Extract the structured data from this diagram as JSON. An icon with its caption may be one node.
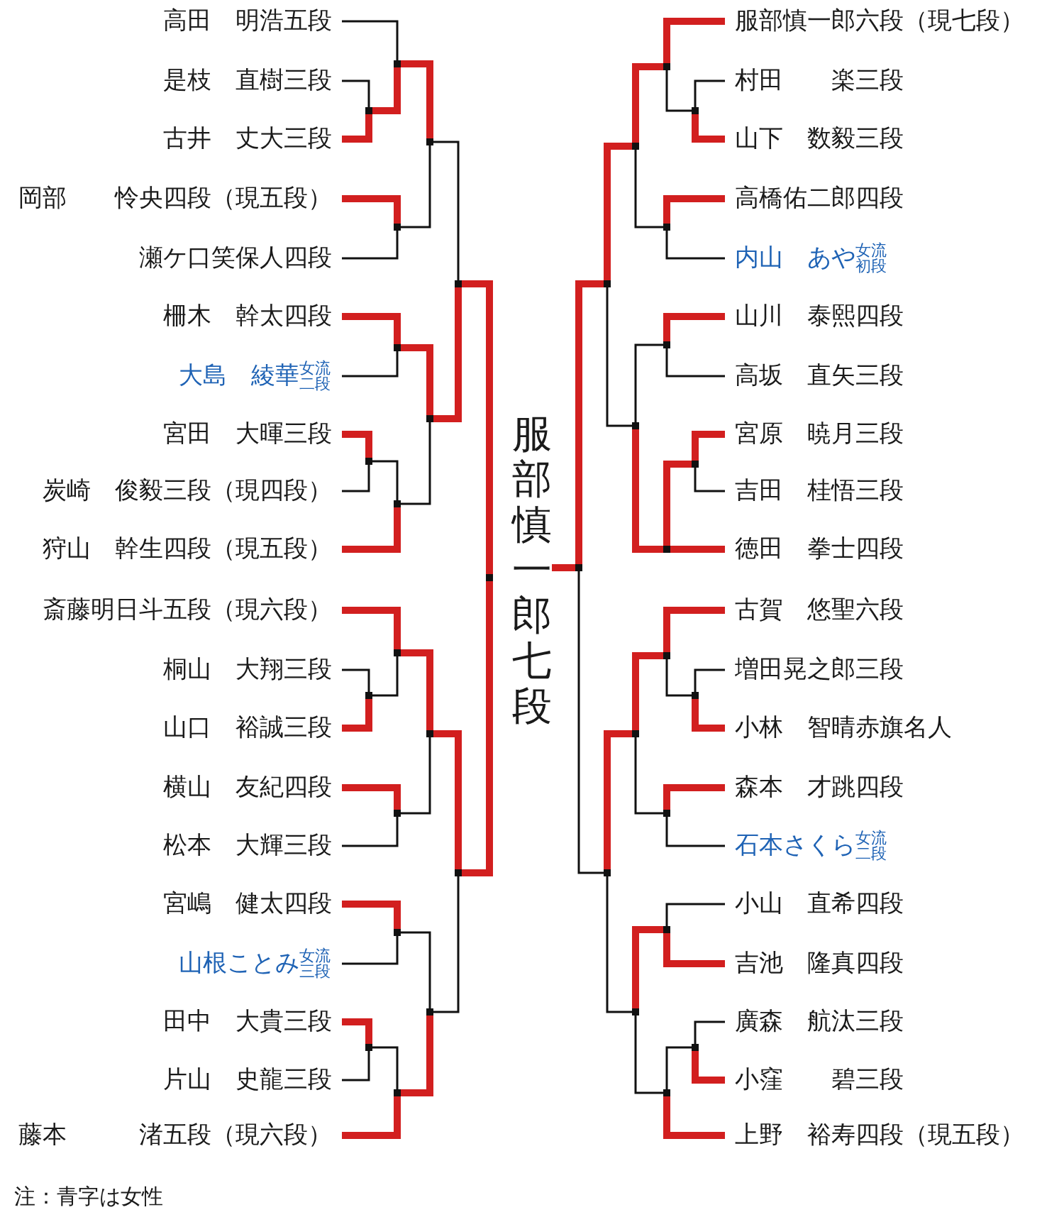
{
  "diagram": {
    "nodes": [
      {
        "text": [
          "高田　明浩五段"
        ]
      },
      {
        "text": [
          "是枝　直樹三段"
        ]
      },
      {
        "text": [
          "古井　丈大三段"
        ]
      },
      {
        "text": [
          "岡部　　怜央四段（現五段）"
        ]
      },
      {
        "text": [
          "瀬ケ口笑保人四段"
        ]
      },
      {
        "text": [
          "柵木　幹太四段"
        ]
      },
      {
        "text": [
          "大島　綾華",
          "女流二段"
        ]
      },
      {
        "text": [
          "宮田　大暉三段"
        ]
      },
      {
        "text": [
          "炭崎　俊毅三段（現四段）"
        ]
      },
      {
        "text": [
          "狩山　幹生四段（現五段）"
        ]
      },
      {
        "text": [
          "斎藤明日斗五段（現六段）"
        ]
      },
      {
        "text": [
          "桐山　大翔三段"
        ]
      },
      {
        "text": [
          "山口　裕誠三段"
        ]
      },
      {
        "text": [
          "横山　友紀四段"
        ]
      },
      {
        "text": [
          "松本　大輝三段"
        ]
      },
      {
        "text": [
          "宮嶋　健太四段"
        ]
      },
      {
        "text": [
          "山根ことみ",
          "女流三段"
        ]
      },
      {
        "text": [
          "田中　大貴三段"
        ]
      },
      {
        "text": [
          "片山　史龍三段"
        ]
      },
      {
        "text": [
          "藤本　　　渚五段（現六段）"
        ]
      },
      {
        "text": [
          "服部慎一郎七段"
        ]
      },
      {
        "text": [
          "服部慎一郎六段（現七段）"
        ]
      },
      {
        "text": [
          "村田　　楽三段"
        ]
      },
      {
        "text": [
          "山下　数毅三段"
        ]
      },
      {
        "text": [
          "高橋佑二郎四段"
        ]
      },
      {
        "text": [
          "内山　あや",
          "女流初段"
        ]
      },
      {
        "text": [
          "山川　泰熙四段"
        ]
      },
      {
        "text": [
          "高坂　直矢三段"
        ]
      },
      {
        "text": [
          "宮原　暁月三段"
        ]
      },
      {
        "text": [
          "吉田　桂悟三段"
        ]
      },
      {
        "text": [
          "徳田　拳士四段"
        ]
      },
      {
        "text": [
          "古賀　悠聖六段"
        ]
      },
      {
        "text": [
          "増田晃之郎三段"
        ]
      },
      {
        "text": [
          "小林　智晴赤旗名人"
        ]
      },
      {
        "text": [
          "森本　才跳四段"
        ]
      },
      {
        "text": [
          "石本さくら",
          "女流二段"
        ]
      },
      {
        "text": [
          "小山　直希四段"
        ]
      },
      {
        "text": [
          "吉池　隆真四段"
        ]
      },
      {
        "text": [
          "廣森　航汰三段"
        ]
      },
      {
        "text": [
          "小窪　　碧三段"
        ]
      },
      {
        "text": [
          "上野　裕寿四段（現五段）"
        ]
      },
      {
        "text": [],
        "shape": "point"
      },
      {
        "text": [],
        "shape": "point"
      },
      {
        "text": [],
        "shape": "point"
      },
      {
        "text": [],
        "shape": "point"
      },
      {
        "text": [],
        "shape": "point"
      },
      {
        "text": [],
        "shape": "point"
      },
      {
        "text": [],
        "shape": "point"
      },
      {
        "text": [],
        "shape": "point"
      },
      {
        "text": [],
        "shape": "point"
      },
      {
        "text": [],
        "shape": "point"
      },
      {
        "text": [],
        "shape": "point"
      },
      {
        "text": [],
        "shape": "point"
      },
      {
        "text": [],
        "shape": "point"
      },
      {
        "text": [],
        "shape": "point"
      },
      {
        "text": [],
        "shape": "point"
      },
      {
        "text": [],
        "shape": "point"
      },
      {
        "text": [],
        "shape": "point"
      },
      {
        "text": [],
        "shape": "point"
      },
      {
        "text": [],
        "shape": "point"
      },
      {
        "text": [],
        "shape": "point"
      },
      {
        "text": [],
        "shape": "point"
      },
      {
        "text": [],
        "shape": "point"
      },
      {
        "text": [],
        "shape": "point"
      },
      {
        "text": [],
        "shape": "point"
      },
      {
        "text": [],
        "shape": "point"
      },
      {
        "text": [],
        "shape": "point"
      },
      {
        "text": [],
        "shape": "point"
      },
      {
        "text": [],
        "shape": "point"
      },
      {
        "text": [],
        "shape": "point"
      },
      {
        "text": [],
        "shape": "point"
      },
      {
        "text": [],
        "shape": "point"
      },
      {
        "text": [],
        "shape": "point"
      },
      {
        "text": [],
        "shape": "point"
      },
      {
        "text": [],
        "shape": "point"
      },
      {
        "text": [],
        "shape": "point"
      },
      {
        "text": [],
        "shape": "point"
      },
      {
        "text": [],
        "shape": "point"
      },
      {
        "text": [],
        "shape": "point"
      }
    ],
    "edges": [
      {
        "from": 1,
        "to": 41,
        "arrow": "none",
        "color": "#111111"
      },
      {
        "from": 2,
        "to": 41,
        "arrow": "none",
        "color": "#d21f1f"
      },
      {
        "from": 0,
        "to": 42,
        "arrow": "none",
        "color": "#111111"
      },
      {
        "from": 41,
        "to": 42,
        "arrow": "none",
        "color": "#d21f1f"
      },
      {
        "from": 3,
        "to": 43,
        "arrow": "none",
        "color": "#d21f1f"
      },
      {
        "from": 4,
        "to": 43,
        "arrow": "none",
        "color": "#111111"
      },
      {
        "from": 42,
        "to": 44,
        "arrow": "none",
        "color": "#d21f1f"
      },
      {
        "from": 43,
        "to": 44,
        "arrow": "none",
        "color": "#111111"
      },
      {
        "from": 5,
        "to": 45,
        "arrow": "none",
        "color": "#d21f1f"
      },
      {
        "from": 6,
        "to": 45,
        "arrow": "none",
        "color": "#111111"
      },
      {
        "from": 7,
        "to": 46,
        "arrow": "none",
        "color": "#d21f1f"
      },
      {
        "from": 8,
        "to": 46,
        "arrow": "none",
        "color": "#111111"
      },
      {
        "from": 46,
        "to": 47,
        "arrow": "none",
        "color": "#111111"
      },
      {
        "from": 9,
        "to": 47,
        "arrow": "none",
        "color": "#d21f1f"
      },
      {
        "from": 45,
        "to": 48,
        "arrow": "none",
        "color": "#d21f1f"
      },
      {
        "from": 47,
        "to": 48,
        "arrow": "none",
        "color": "#111111"
      },
      {
        "from": 44,
        "to": 49,
        "arrow": "none",
        "color": "#111111"
      },
      {
        "from": 48,
        "to": 49,
        "arrow": "none",
        "color": "#d21f1f"
      },
      {
        "from": 11,
        "to": 50,
        "arrow": "none",
        "color": "#111111"
      },
      {
        "from": 12,
        "to": 50,
        "arrow": "none",
        "color": "#d21f1f"
      },
      {
        "from": 10,
        "to": 51,
        "arrow": "none",
        "color": "#d21f1f"
      },
      {
        "from": 50,
        "to": 51,
        "arrow": "none",
        "color": "#111111"
      },
      {
        "from": 13,
        "to": 52,
        "arrow": "none",
        "color": "#d21f1f"
      },
      {
        "from": 14,
        "to": 52,
        "arrow": "none",
        "color": "#111111"
      },
      {
        "from": 51,
        "to": 53,
        "arrow": "none",
        "color": "#d21f1f"
      },
      {
        "from": 52,
        "to": 53,
        "arrow": "none",
        "color": "#111111"
      },
      {
        "from": 15,
        "to": 54,
        "arrow": "none",
        "color": "#d21f1f"
      },
      {
        "from": 16,
        "to": 54,
        "arrow": "none",
        "color": "#111111"
      },
      {
        "from": 17,
        "to": 55,
        "arrow": "none",
        "color": "#d21f1f"
      },
      {
        "from": 18,
        "to": 55,
        "arrow": "none",
        "color": "#111111"
      },
      {
        "from": 55,
        "to": 56,
        "arrow": "none",
        "color": "#111111"
      },
      {
        "from": 19,
        "to": 56,
        "arrow": "none",
        "color": "#d21f1f"
      },
      {
        "from": 54,
        "to": 57,
        "arrow": "none",
        "color": "#111111"
      },
      {
        "from": 56,
        "to": 57,
        "arrow": "none",
        "color": "#d21f1f"
      },
      {
        "from": 53,
        "to": 58,
        "arrow": "none",
        "color": "#d21f1f"
      },
      {
        "from": 57,
        "to": 58,
        "arrow": "none",
        "color": "#111111"
      },
      {
        "from": 49,
        "to": 59,
        "arrow": "none",
        "color": "#d21f1f"
      },
      {
        "from": 58,
        "to": 59,
        "arrow": "none",
        "color": "#d21f1f"
      },
      {
        "from": 22,
        "to": 60,
        "arrow": "none",
        "color": "#111111"
      },
      {
        "from": 23,
        "to": 60,
        "arrow": "none",
        "color": "#d21f1f"
      },
      {
        "from": 21,
        "to": 61,
        "arrow": "none",
        "color": "#d21f1f"
      },
      {
        "from": 60,
        "to": 61,
        "arrow": "none",
        "color": "#111111"
      },
      {
        "from": 24,
        "to": 62,
        "arrow": "none",
        "color": "#d21f1f"
      },
      {
        "from": 25,
        "to": 62,
        "arrow": "none",
        "color": "#111111"
      },
      {
        "from": 61,
        "to": 63,
        "arrow": "none",
        "color": "#d21f1f"
      },
      {
        "from": 62,
        "to": 63,
        "arrow": "none",
        "color": "#111111"
      },
      {
        "from": 26,
        "to": 64,
        "arrow": "none",
        "color": "#d21f1f"
      },
      {
        "from": 27,
        "to": 64,
        "arrow": "none",
        "color": "#111111"
      },
      {
        "from": 28,
        "to": 65,
        "arrow": "none",
        "color": "#d21f1f"
      },
      {
        "from": 29,
        "to": 65,
        "arrow": "none",
        "color": "#111111"
      },
      {
        "from": 65,
        "to": 66,
        "arrow": "none",
        "color": "#d21f1f"
      },
      {
        "from": 30,
        "to": 66,
        "arrow": "none",
        "color": "#d21f1f"
      },
      {
        "from": 64,
        "to": 67,
        "arrow": "none",
        "color": "#111111"
      },
      {
        "from": 66,
        "to": 67,
        "arrow": "none",
        "color": "#d21f1f"
      },
      {
        "from": 63,
        "to": 68,
        "arrow": "none",
        "color": "#d21f1f"
      },
      {
        "from": 67,
        "to": 68,
        "arrow": "none",
        "color": "#111111"
      },
      {
        "from": 32,
        "to": 69,
        "arrow": "none",
        "color": "#111111"
      },
      {
        "from": 33,
        "to": 69,
        "arrow": "none",
        "color": "#d21f1f"
      },
      {
        "from": 31,
        "to": 70,
        "arrow": "none",
        "color": "#d21f1f"
      },
      {
        "from": 69,
        "to": 70,
        "arrow": "none",
        "color": "#111111"
      },
      {
        "from": 34,
        "to": 71,
        "arrow": "none",
        "color": "#d21f1f"
      },
      {
        "from": 35,
        "to": 71,
        "arrow": "none",
        "color": "#111111"
      },
      {
        "from": 70,
        "to": 72,
        "arrow": "none",
        "color": "#d21f1f"
      },
      {
        "from": 71,
        "to": 72,
        "arrow": "none",
        "color": "#111111"
      },
      {
        "from": 36,
        "to": 73,
        "arrow": "none",
        "color": "#111111"
      },
      {
        "from": 37,
        "to": 73,
        "arrow": "none",
        "color": "#d21f1f"
      },
      {
        "from": 38,
        "to": 74,
        "arrow": "none",
        "color": "#111111"
      },
      {
        "from": 39,
        "to": 74,
        "arrow": "none",
        "color": "#d21f1f"
      },
      {
        "from": 74,
        "to": 75,
        "arrow": "none",
        "color": "#111111"
      },
      {
        "from": 40,
        "to": 75,
        "arrow": "none",
        "color": "#d21f1f"
      },
      {
        "from": 73,
        "to": 76,
        "arrow": "none",
        "color": "#d21f1f"
      },
      {
        "from": 75,
        "to": 76,
        "arrow": "none",
        "color": "#111111"
      },
      {
        "from": 72,
        "to": 77,
        "arrow": "none",
        "color": "#d21f1f"
      },
      {
        "from": 76,
        "to": 77,
        "arrow": "none",
        "color": "#111111"
      },
      {
        "from": 68,
        "to": 78,
        "arrow": "none",
        "color": "#d21f1f"
      },
      {
        "from": 77,
        "to": 78,
        "arrow": "none",
        "color": "#111111"
      },
      {
        "from": 78,
        "to": 20,
        "arrow": "none",
        "color": "#d21f1f"
      }
    ],
    "labels": [
      "注：青字は女性"
    ]
  }
}
